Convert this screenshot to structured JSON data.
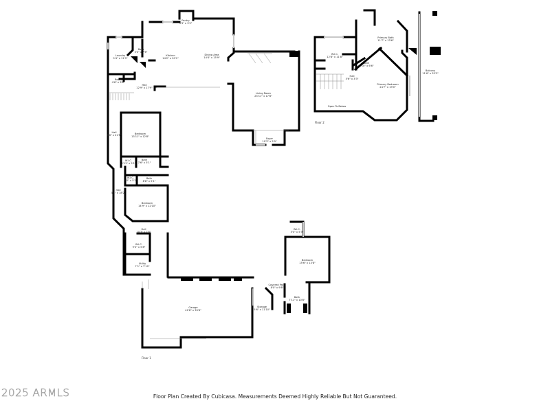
{
  "watermark": "2025 ARMLS",
  "footer": "Floor Plan Created By Cubicasa. Measurements Deemed Highly Reliable But Not Guaranteed.",
  "floors": [
    {
      "name": "Floor 1",
      "rooms": [
        {
          "name": "Pantry",
          "dims": "3'3\" x 3'2\""
        },
        {
          "name": "Laundry",
          "dims": "9'4\" x 11'9\""
        },
        {
          "name": "Bath",
          "dims": "5'0\" x 7'6\""
        },
        {
          "name": "Kitchen",
          "dims": "14'2\" x 20'1\""
        },
        {
          "name": "Dining Area",
          "dims": "14'4\" x 15'9\""
        },
        {
          "name": "Room",
          "dims": "4'6\" x 3'8\""
        },
        {
          "name": "Hall",
          "dims": "12'9\" x 17'9\""
        },
        {
          "name": "Living Room",
          "dims": "23'11\" x 17'8\""
        },
        {
          "name": "Foyer",
          "dims": "10'3\" x 5'9\""
        },
        {
          "name": "Hall",
          "dims": "3'6\" x 21'5\""
        },
        {
          "name": "Bedroom",
          "dims": "13'11\" x 12'8\""
        },
        {
          "name": "W.I.C.",
          "dims": "4'11\" x 5'1\""
        },
        {
          "name": "Bath",
          "dims": "7'6\" x 5'1\""
        },
        {
          "name": "W.I.C.",
          "dims": "5'0\" x 5'1\""
        },
        {
          "name": "Bath",
          "dims": "8'8\" x 5'1\""
        },
        {
          "name": "Hall",
          "dims": "3'1\" x 18'2\""
        },
        {
          "name": "Bedroom",
          "dims": "14'9\" x 12'10\""
        },
        {
          "name": "Hall",
          "dims": "10'3\" x 7'8\""
        },
        {
          "name": "W.I.C.",
          "dims": "9'0\" x 5'8\""
        },
        {
          "name": "Utility",
          "dims": "7'1\" x 7'10\""
        },
        {
          "name": "Garage",
          "dims": "42'8\" x 33'8\""
        },
        {
          "name": "Storage",
          "dims": "5'6\" x 11'10\""
        },
        {
          "name": "Covered Patio",
          "dims": "8'0\" x 9'8\""
        },
        {
          "name": "Bath",
          "dims": "7'11\" x 10'8\""
        },
        {
          "name": "W.I.C.",
          "dims": "5'0\" x 5'3\""
        },
        {
          "name": "Bedroom",
          "dims": "15'6\" x 13'8\""
        }
      ]
    },
    {
      "name": "Floor 2",
      "rooms": [
        {
          "name": "Primary Bath",
          "dims": "11'7\" x 13'6\""
        },
        {
          "name": "W.I.C.",
          "dims": "12'8\" x 11'8\""
        },
        {
          "name": "Bath",
          "dims": "7'10\" x 6'6\""
        },
        {
          "name": "Hall",
          "dims": "5'6\" x 3'3\""
        },
        {
          "name": "Primary Bedroom",
          "dims": "24'7\" x 19'0\""
        },
        {
          "name": "Balcony",
          "dims": "11'6\" x 33'3\""
        },
        {
          "name": "Open To Below",
          "dims": ""
        }
      ]
    }
  ]
}
